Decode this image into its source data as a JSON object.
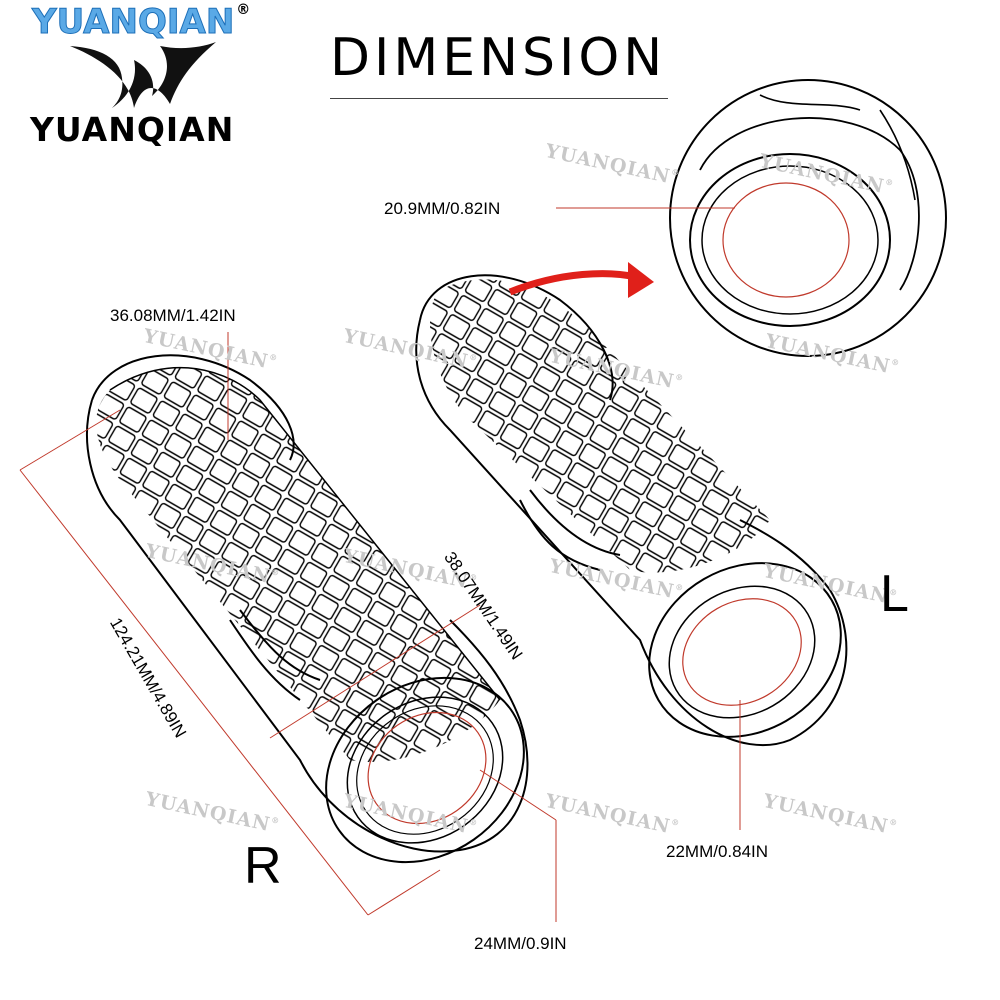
{
  "brand": {
    "top_text": "YUANQIAN",
    "registered": "®",
    "bottom_text": "YUANQIAN"
  },
  "title": "DIMENSION",
  "dimensions": {
    "inner_diameter_detail": "20.9MM/0.82IN",
    "outer_diameter_end": "36.08MM/1.42IN",
    "overall_length": "124.21MM/4.89IN",
    "outer_diameter_body": "38.07MM/1.49IN",
    "bore_left": "22MM/0.84IN",
    "bore_right": "24MM/0.9IN"
  },
  "side_labels": {
    "right": "R",
    "left": "L"
  },
  "watermark": {
    "text": "YUANQIAN",
    "mark": "®"
  },
  "colors": {
    "brand_blue": "#5aa9e6",
    "dimension_line": "#c0392b",
    "arrow_red": "#e0201a",
    "outline": "#000000"
  }
}
